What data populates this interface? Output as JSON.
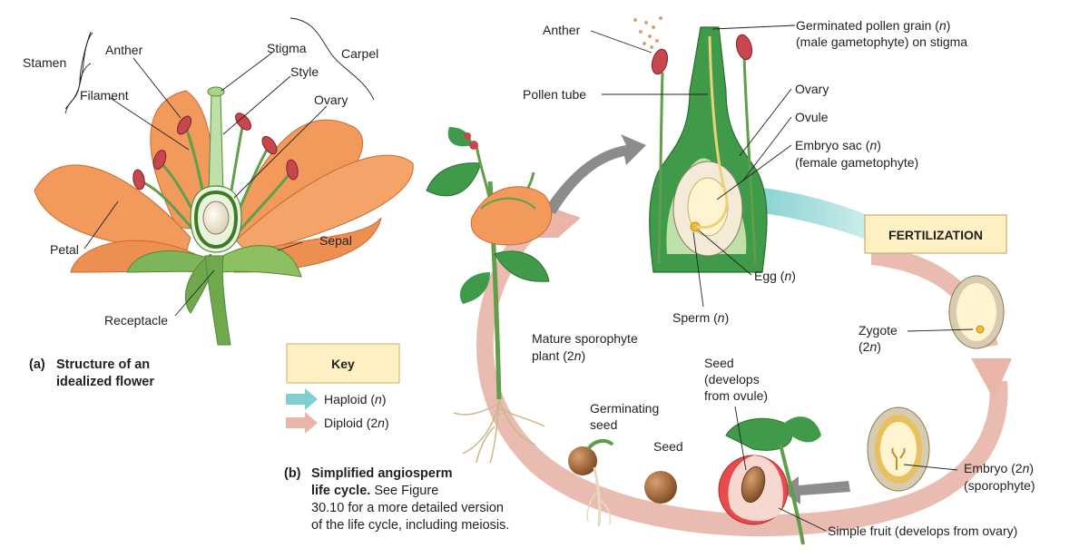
{
  "part_a": {
    "letter": "(a)",
    "caption_line1": "Structure of an",
    "caption_line2": "idealized flower",
    "labels": {
      "stamen": "Stamen",
      "anther": "Anther",
      "filament": "Filament",
      "stigma": "Stigma",
      "style": "Style",
      "ovary": "Ovary",
      "carpel": "Carpel",
      "petal": "Petal",
      "sepal": "Sepal",
      "receptacle": "Receptacle"
    }
  },
  "part_b": {
    "letter": "(b)",
    "caption_bold_1": "Simplified angiosperm",
    "caption_bold_2": "life cycle.",
    "caption_rest_1": " See Figure",
    "caption_rest_2": "30.10 for a more detailed version",
    "caption_rest_3": "of the life cycle, including meiosis.",
    "labels": {
      "anther": "Anther",
      "pollen_grain_1a": "Germinated pollen grain (",
      "pollen_grain_1b": "n",
      "pollen_grain_1c": ")",
      "pollen_grain_2": "(male gametophyte) on stigma",
      "pollen_tube": "Pollen tube",
      "ovary": "Ovary",
      "ovule": "Ovule",
      "embryo_sac_1a": "Embryo sac (",
      "embryo_sac_1b": "n",
      "embryo_sac_1c": ")",
      "embryo_sac_2": "(female gametophyte)",
      "egg_a": "Egg (",
      "egg_b": "n",
      "egg_c": ")",
      "sperm_a": "Sperm (",
      "sperm_b": "n",
      "sperm_c": ")",
      "fertilization": "FERTILIZATION",
      "zygote_1": "Zygote",
      "zygote_2a": "(2",
      "zygote_2b": "n",
      "zygote_2c": ")",
      "mature_1": "Mature sporophyte",
      "mature_2a": "plant (2",
      "mature_2b": "n",
      "mature_2c": ")",
      "seed_dev_1": "Seed",
      "seed_dev_2": "(develops",
      "seed_dev_3": "from ovule)",
      "germinating_1": "Germinating",
      "germinating_2": "seed",
      "seed": "Seed",
      "embryo_1a": "Embryo (2",
      "embryo_1b": "n",
      "embryo_1c": ")",
      "embryo_2": "(sporophyte)",
      "simple_fruit": "Simple fruit (develops from ovary)"
    }
  },
  "key": {
    "title": "Key",
    "haploid_a": "Haploid (",
    "haploid_b": "n",
    "haploid_c": ")",
    "diploid_a": "Diploid (2",
    "diploid_b": "n",
    "diploid_c": ")"
  },
  "colors": {
    "petal": "#f29a5c",
    "petal_dark": "#d9743a",
    "sepal": "#7fb55a",
    "stem": "#5f9e4a",
    "anther": "#c8464e",
    "haploid": "#7fcfcf",
    "diploid": "#e8b5a8",
    "key_box": "#fdf1c4",
    "seed": "#a8683a",
    "ovule_fill": "#f3ead8"
  }
}
